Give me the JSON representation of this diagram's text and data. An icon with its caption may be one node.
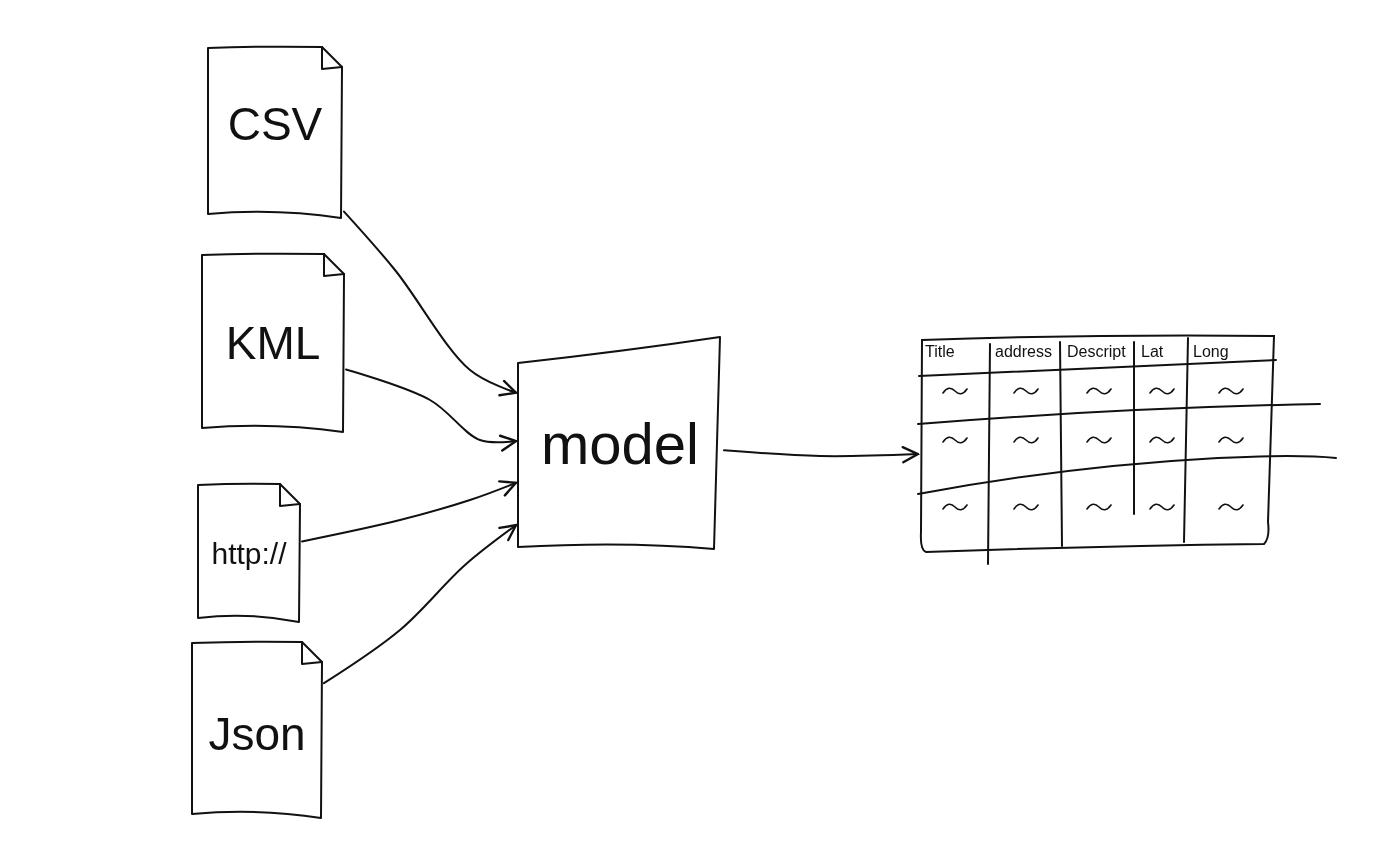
{
  "diagram": {
    "nodes": [
      {
        "text": [
          "CSV"
        ]
      },
      {
        "text": [
          "KML"
        ]
      },
      {
        "text": [
          "http://"
        ]
      },
      {
        "text": [
          "Json"
        ]
      },
      {
        "text": [
          "model"
        ]
      },
      {
        "text": [
          "Title",
          "address",
          "Descript",
          "Lat",
          "Long"
        ]
      }
    ],
    "edges": [
      {
        "from": 0,
        "to": 4,
        "arrow": "to"
      },
      {
        "from": 1,
        "to": 4,
        "arrow": "to"
      },
      {
        "from": 2,
        "to": 4,
        "arrow": "to"
      },
      {
        "from": 3,
        "to": 4,
        "arrow": "to"
      },
      {
        "from": 4,
        "to": 5,
        "arrow": "to"
      }
    ]
  }
}
